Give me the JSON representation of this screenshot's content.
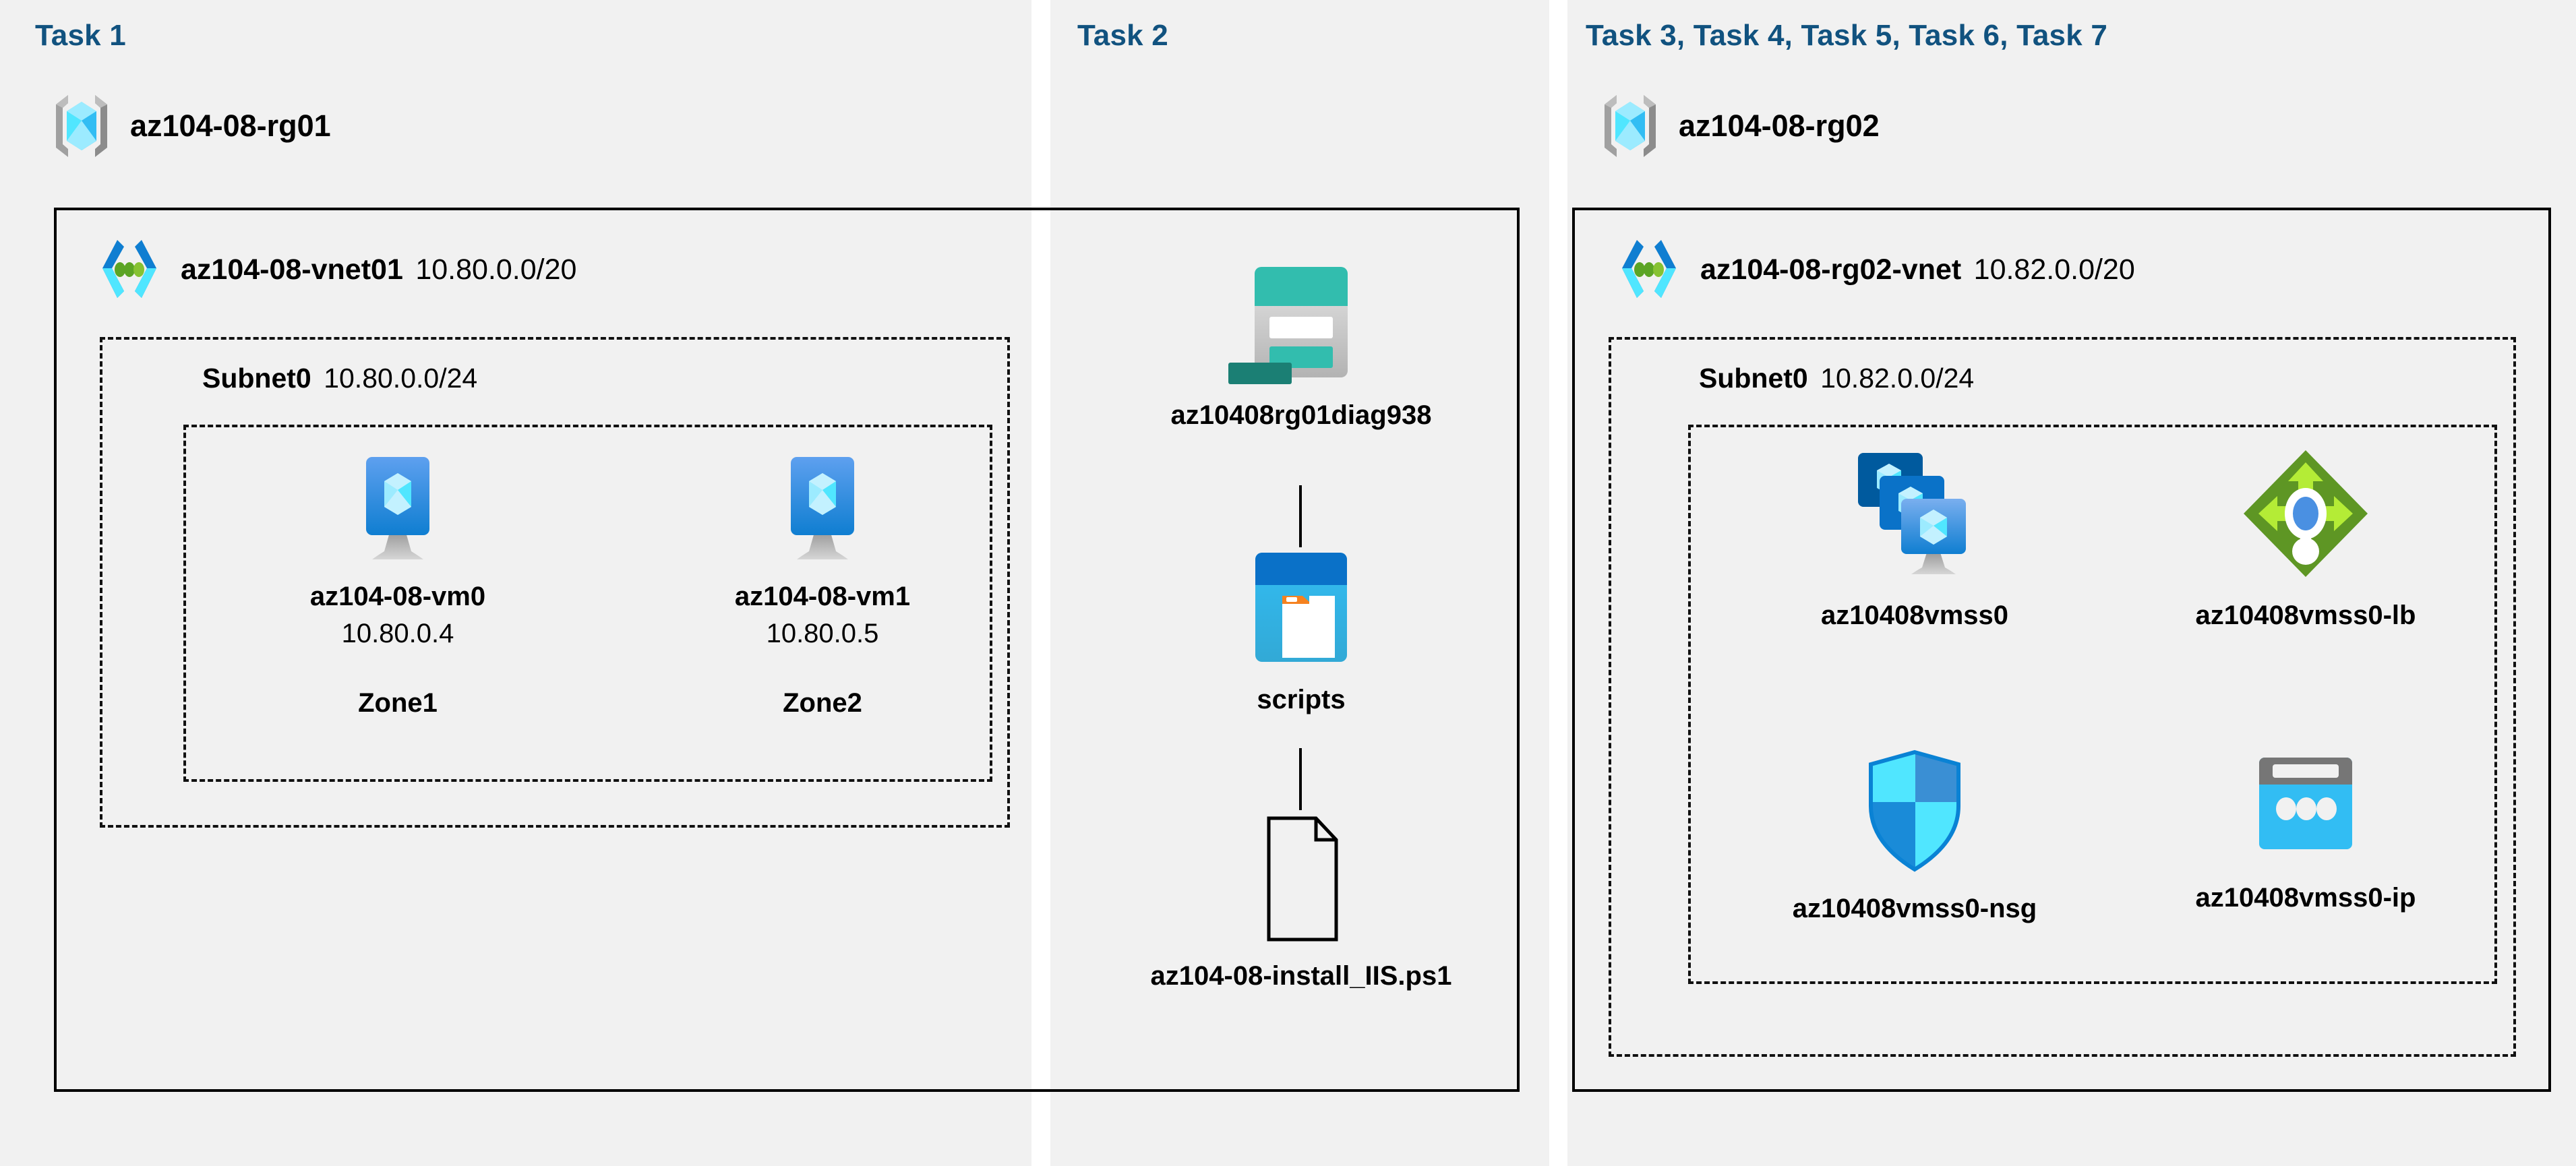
{
  "columns": [
    {
      "id": "task1",
      "title": "Task 1",
      "resource_group": {
        "name": "az104-08-rg01",
        "icon": "resource-group-icon"
      },
      "vnet": {
        "name": "az104-08-vnet01",
        "cidr": "10.80.0.0/20",
        "icon": "virtual-network-icon"
      },
      "subnet": {
        "name": "Subnet0",
        "cidr": "10.80.0.0/24"
      },
      "vms": [
        {
          "name": "az104-08-vm0",
          "ip": "10.80.0.4",
          "zone": "Zone1",
          "icon": "virtual-machine-icon"
        },
        {
          "name": "az104-08-vm1",
          "ip": "10.80.0.5",
          "zone": "Zone2",
          "icon": "virtual-machine-icon"
        }
      ]
    },
    {
      "id": "task2",
      "title": "Task 2",
      "items": [
        {
          "name": "az10408rg01diag938",
          "icon": "storage-account-icon"
        },
        {
          "name": "scripts",
          "icon": "blob-container-icon"
        },
        {
          "name": "az104-08-install_IIS.ps1",
          "icon": "file-icon"
        }
      ]
    },
    {
      "id": "task3",
      "title": "Task 3, Task 4, Task 5, Task 6, Task 7",
      "resource_group": {
        "name": "az104-08-rg02",
        "icon": "resource-group-icon"
      },
      "vnet": {
        "name": "az104-08-rg02-vnet",
        "cidr": "10.82.0.0/20",
        "icon": "virtual-network-icon"
      },
      "subnet": {
        "name": "Subnet0",
        "cidr": "10.82.0.0/24"
      },
      "resources": [
        {
          "name": "az10408vmss0",
          "icon": "vm-scale-set-icon"
        },
        {
          "name": "az10408vmss0-lb",
          "icon": "load-balancer-icon"
        },
        {
          "name": "az10408vmss0-nsg",
          "icon": "network-security-group-icon"
        },
        {
          "name": "az10408vmss0-ip",
          "icon": "public-ip-address-icon"
        }
      ]
    }
  ],
  "colors": {
    "task_title": "#11527f",
    "panel_background": "#f1f1f1",
    "page_background": "#ffffff",
    "border": "#000000",
    "azure_blue": "#0078d4",
    "azure_cyan": "#50e6ff",
    "storage_teal": "#32bdae",
    "lb_green": "#5e9624",
    "nsg_blue": "#32bdf3",
    "public_ip_cyan": "#32bdf3",
    "vnet_green": "#5ba424"
  }
}
